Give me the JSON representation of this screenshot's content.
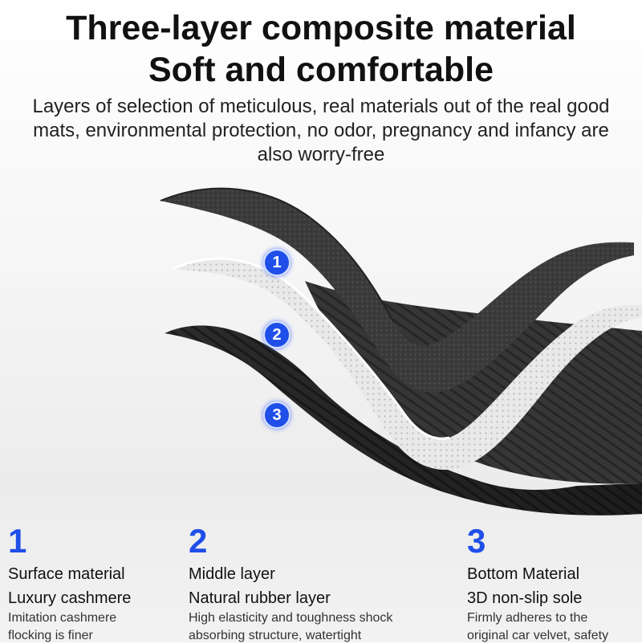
{
  "heading": {
    "line1": "Three-layer composite material",
    "line2": "Soft and comfortable",
    "subtitle": "Layers of selection of meticulous, real materials out of the real good mats, environmental protection, no odor, pregnancy and infancy are also worry-free"
  },
  "markers": [
    "1",
    "2",
    "3"
  ],
  "features": [
    {
      "number": "1",
      "name": "Surface material",
      "subname": "Luxury cashmere",
      "desc1": "Imitation cashmere",
      "desc2": "flocking is finer"
    },
    {
      "number": "2",
      "name": "Middle layer",
      "subname": "Natural rubber layer",
      "desc1": "High elasticity and toughness shock",
      "desc2": "absorbing structure, watertight"
    },
    {
      "number": "3",
      "name": "Bottom Material",
      "subname": "3D non-slip sole",
      "desc1": "Firmly adheres to the",
      "desc2": "original car velvet, safety"
    }
  ],
  "colors": {
    "accent": "#1f4fe8",
    "top_layer": "#3a3a3a",
    "middle_layer": "#e6e6e6",
    "bottom_layer": "#2a2a2a"
  },
  "icons": [
    "layer-marker-1",
    "layer-marker-2",
    "layer-marker-3"
  ]
}
